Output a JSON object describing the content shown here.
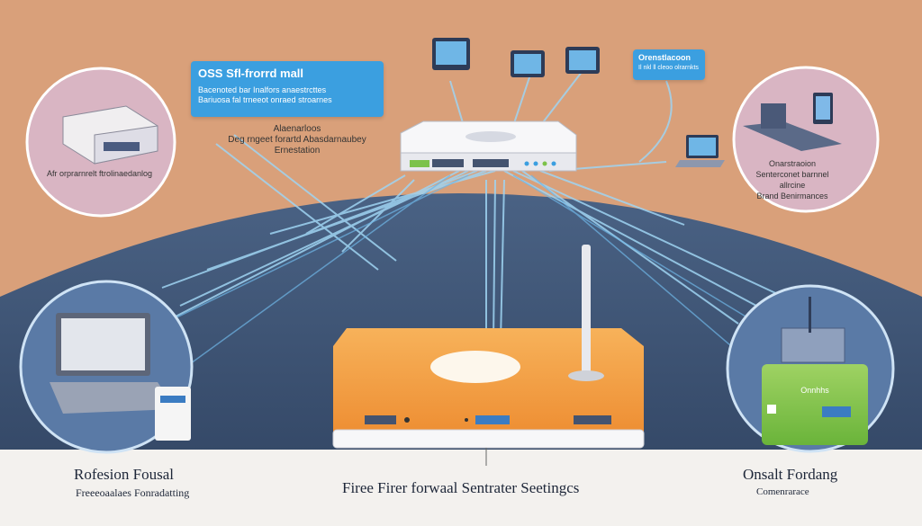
{
  "callouts": {
    "top_left": {
      "title": "OSS Sfl-frorrd mall",
      "lines": [
        "Bacenoted bar Inalfors anaestrcttes",
        "Bariuosa fal trneeot onraed stroarnes"
      ]
    },
    "top_right": {
      "title": "Orenstlacoon",
      "line": "Il nkl ll cleoo olrarnkts"
    }
  },
  "labels": {
    "mid_left": [
      "Alaenarloos",
      "Deg rngeet forartd Abasdarnaubey Ernestation"
    ],
    "left_device": "Afr orprarnrelt ftrolinaedanlog",
    "right_device": [
      "Onarstraoion",
      "Senterconet barnnel allrcine",
      "Brand Benirmances"
    ]
  },
  "bottom": {
    "left_title": "Rofesion Fousal",
    "left_sub": "Freeeoaalaes Fonradatting",
    "center_title": "Firee Firer forwaal Sentrater Seetingcs",
    "right_title": "Onsalt Fordang",
    "right_sub": "Comenrarace"
  },
  "devices": {
    "server_screen": "Onnhhs"
  },
  "colors": {
    "background": "#d9a07a",
    "ground": "#3e5574",
    "accent_blue": "#3b9fe0",
    "router_orange": "#f2a04a",
    "server_green": "#7cc24a"
  }
}
